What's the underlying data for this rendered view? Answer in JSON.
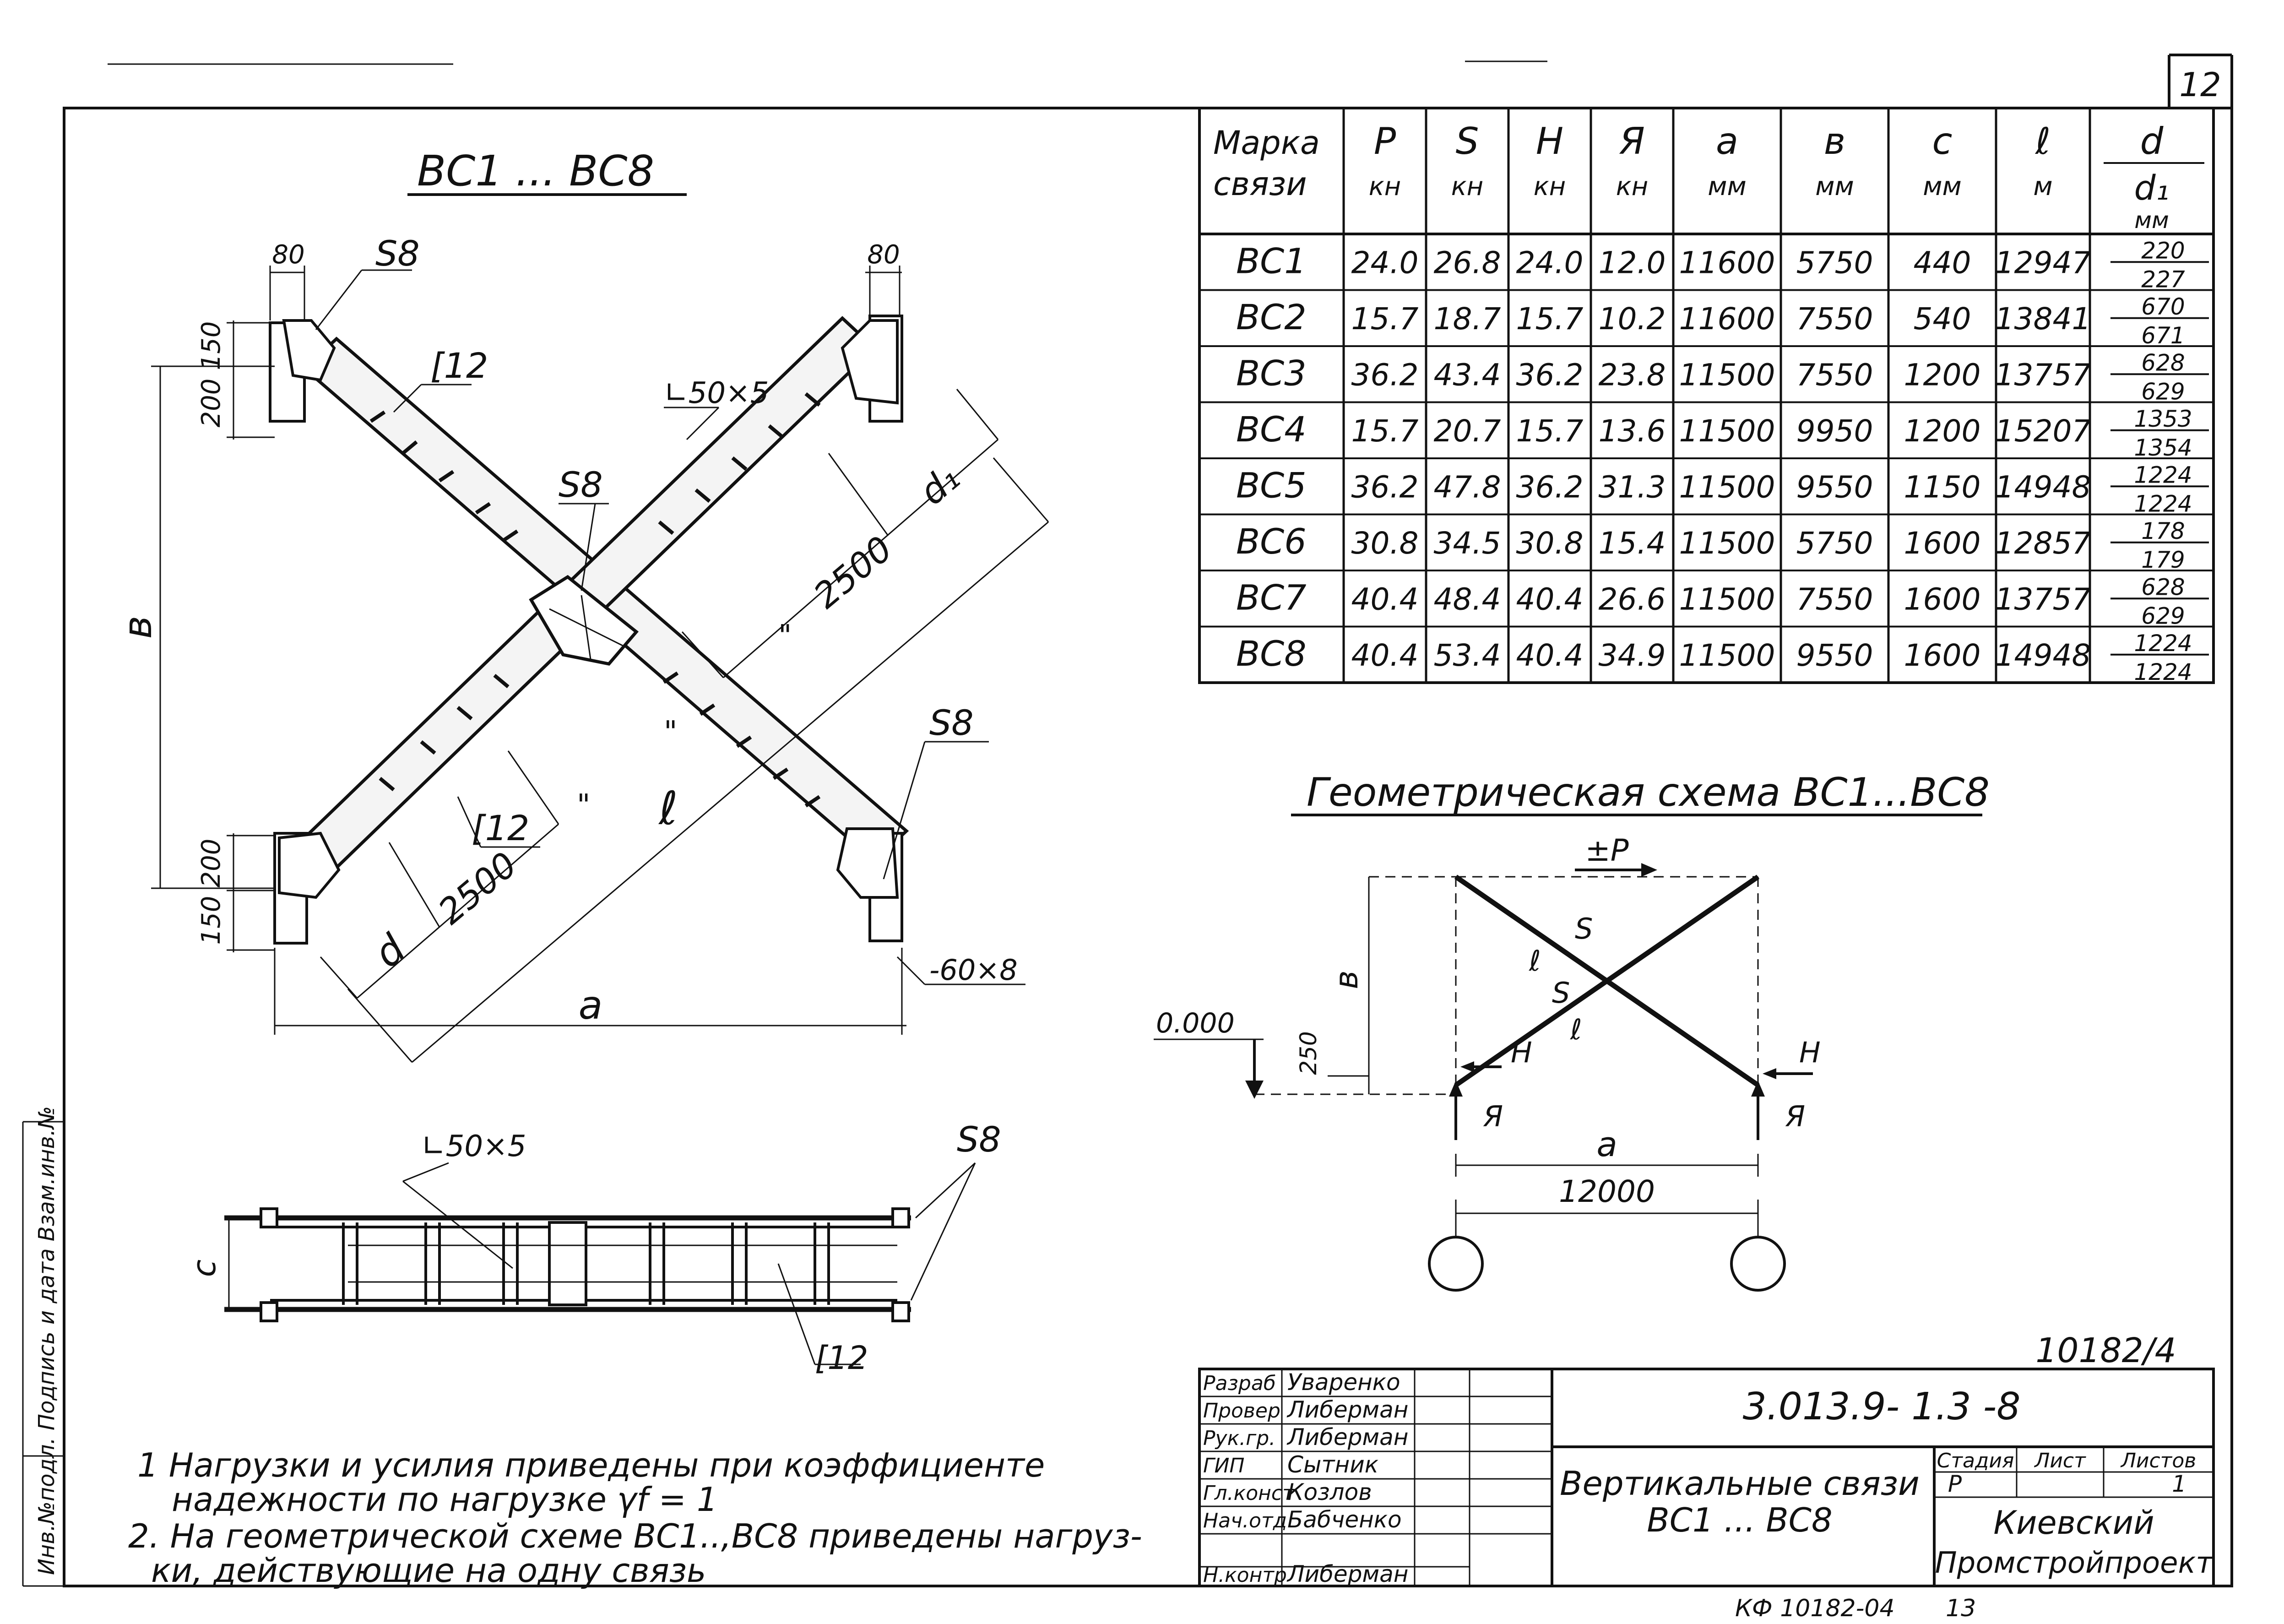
{
  "sheet": {
    "page_number": "12",
    "archive_number": "10182/4",
    "footer_code": "КФ 10182-04",
    "footer_page": "13",
    "side_stamp": "Инв.№подл. Подпись и дата Взам.инв.№"
  },
  "drawing": {
    "title": "ВС1 ... ВС8",
    "labels": {
      "s8_top_left": "S8",
      "s8_center": "S8",
      "s8_right": "S8",
      "s8_plan": "S8",
      "dim_80_left": "80",
      "dim_80_right": "80",
      "dim_150_top": "150",
      "dim_200_top": "200",
      "dim_200_bottom": "200",
      "dim_150_bottom": "150",
      "c12_top": "[12",
      "c12_bottom": "[12",
      "c12_plan": "[12",
      "angle_top": "∟50×5",
      "angle_plan": "∟50×5",
      "dim_b": "в",
      "dim_a": "a",
      "dim_l": "ℓ",
      "dim_d": "d",
      "dim_d1": "d₁",
      "dim_2500_top": "2500",
      "dim_2500_bottom": "2500",
      "ditto_1": "\"",
      "ditto_2": "\"",
      "ditto_3": "\"",
      "plate": "-60×8",
      "dim_c": "c"
    }
  },
  "table": {
    "headers": [
      {
        "top": "Марка",
        "bottom": "связи"
      },
      {
        "top": "P",
        "bottom": "кн"
      },
      {
        "top": "S",
        "bottom": "кн"
      },
      {
        "top": "H",
        "bottom": "кн"
      },
      {
        "top": "Я",
        "bottom": "кн"
      },
      {
        "top": "a",
        "bottom": "мм"
      },
      {
        "top": "в",
        "bottom": "мм"
      },
      {
        "top": "c",
        "bottom": "мм"
      },
      {
        "top": "ℓ",
        "bottom": "м"
      },
      {
        "top": "d",
        "bottom": "d₁",
        "unit": "мм"
      }
    ],
    "rows": [
      [
        "ВС1",
        "24.0",
        "26.8",
        "24.0",
        "12.0",
        "11600",
        "5750",
        "440",
        "12947",
        "220",
        "227"
      ],
      [
        "ВС2",
        "15.7",
        "18.7",
        "15.7",
        "10.2",
        "11600",
        "7550",
        "540",
        "13841",
        "670",
        "671"
      ],
      [
        "ВС3",
        "36.2",
        "43.4",
        "36.2",
        "23.8",
        "11500",
        "7550",
        "1200",
        "13757",
        "628",
        "629"
      ],
      [
        "ВС4",
        "15.7",
        "20.7",
        "15.7",
        "13.6",
        "11500",
        "9950",
        "1200",
        "15207",
        "1353",
        "1354"
      ],
      [
        "ВС5",
        "36.2",
        "47.8",
        "36.2",
        "31.3",
        "11500",
        "9550",
        "1150",
        "14948",
        "1224",
        "1224"
      ],
      [
        "ВС6",
        "30.8",
        "34.5",
        "30.8",
        "15.4",
        "11500",
        "5750",
        "1600",
        "12857",
        "178",
        "179"
      ],
      [
        "ВС7",
        "40.4",
        "48.4",
        "40.4",
        "26.6",
        "11500",
        "7550",
        "1600",
        "13757",
        "628",
        "629"
      ],
      [
        "ВС8",
        "40.4",
        "53.4",
        "40.4",
        "34.9",
        "11500",
        "9550",
        "1600",
        "14948",
        "1224",
        "1224"
      ]
    ]
  },
  "geometry": {
    "title": "Геометрическая схема ВС1...ВС8",
    "force_p": "±P",
    "member_s1": "S",
    "member_l1": "ℓ",
    "member_s2": "S",
    "member_l2": "ℓ",
    "h_left": "H",
    "h_right": "H",
    "ya_left": "Я",
    "ya_right": "Я",
    "dim_b": "в",
    "dim_250": "250",
    "level": "0.000",
    "dim_a": "a",
    "span": "12000"
  },
  "notes": [
    "1 Нагрузки и усилия приведены при коэффициенте",
    "надежности по нагрузке γf = 1",
    "2. На геометрической схеме ВС1..,ВС8 приведены нагруз-",
    "ки, действующие на одну связь"
  ],
  "title_block": {
    "roles": [
      {
        "role": "Разраб",
        "name": "Уваренко"
      },
      {
        "role": "Провер",
        "name": "Либерман"
      },
      {
        "role": "Рук.гр.",
        "name": "Либерман"
      },
      {
        "role": "ГИП",
        "name": "Сытник"
      },
      {
        "role": "Гл.конст",
        "name": "Козлов"
      },
      {
        "role": "Нач.отд",
        "name": "Бабченко"
      },
      {
        "role": "Н.контр",
        "name": "Либерман"
      }
    ],
    "code": "3.013.9- 1.3 -8",
    "title_line1": "Вертикальные связи",
    "title_line2": "ВС1 ... ВС8",
    "stage_label": "Стадия",
    "sheet_label": "Лист",
    "sheets_label": "Листов",
    "stage": "Р",
    "sheets": "1",
    "org_line1": "Киевский",
    "org_line2": "Промстройпроект"
  }
}
